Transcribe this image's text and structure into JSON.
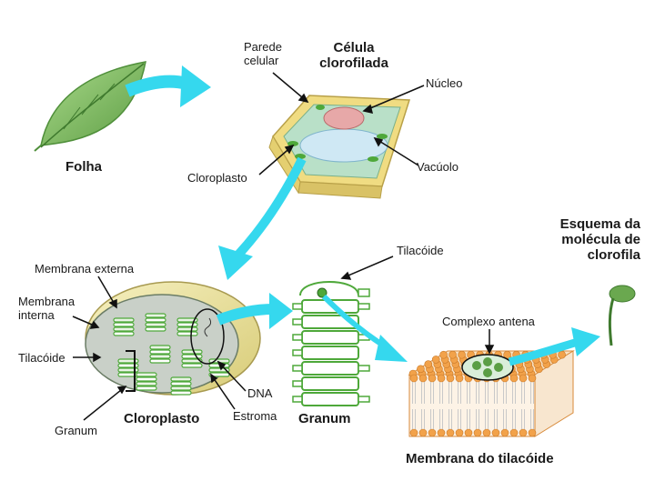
{
  "labels": {
    "folha": "Folha",
    "parede_celular": "Parede\ncelular",
    "celula_clorofilada": "Célula\nclorofilada",
    "nucleo": "Núcleo",
    "cloroplasto_top": "Cloroplasto",
    "vacuolo": "Vacúolo",
    "membrana_externa": "Membrana externa",
    "membrana_interna": "Membrana\ninterna",
    "tilacoide_left": "Tilacóide",
    "granum_label": "Granum",
    "cloroplasto_title": "Cloroplasto",
    "estroma": "Estroma",
    "dna": "DNA",
    "tilacoide_top": "Tilacóide",
    "granum_title": "Granum",
    "complexo_antena": "Complexo antena",
    "membrana_tilacoide": "Membrana do tilacóide",
    "esquema": "Esquema da\nmolécula de\nclorofila"
  },
  "colors": {
    "arrow": "#35d8ee",
    "leaf": "#8cc66a",
    "leaf_dark": "#4f8f3a",
    "cell_wall": "#f0dc82",
    "cell_inner": "#b9e0c8",
    "nucleus": "#e7a8a8",
    "vacuole": "#cfe8f4",
    "chloroplast_outer": "#eee6a0",
    "stroma": "#c9d0c8",
    "thylakoid_green": "#4ea83a",
    "membrane_orange": "#f2a24a",
    "chlorophyll": "#6aa84f"
  }
}
